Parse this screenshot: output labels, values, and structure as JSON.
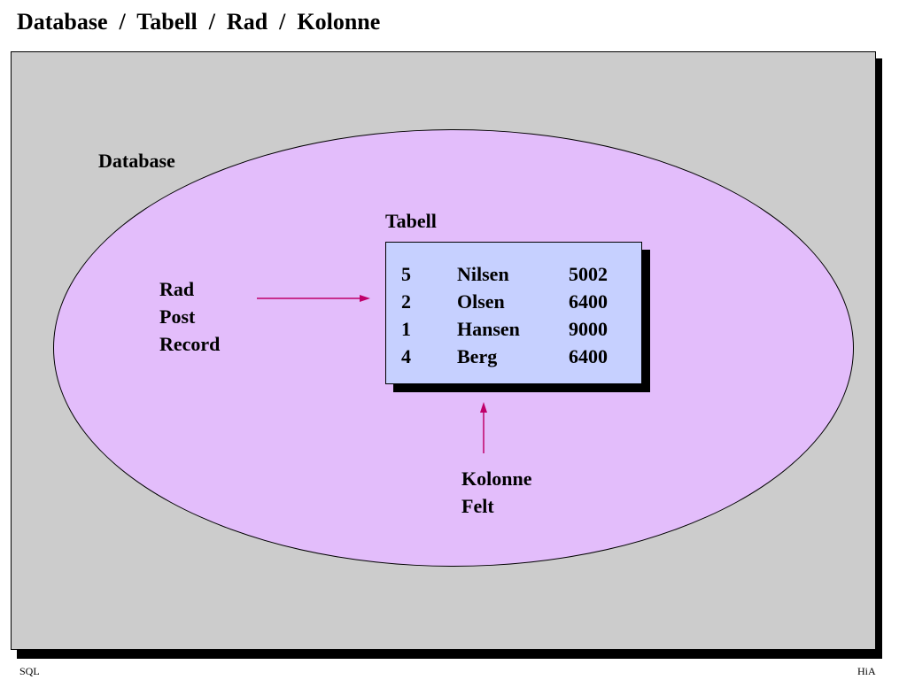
{
  "title": "Database  /  Tabell  /  Rad  /  Kolonne",
  "diagram": {
    "database_label": "Database",
    "table_label": "Tabell",
    "row_labels": [
      "Rad",
      "Post",
      "Record"
    ],
    "column_labels": [
      "Kolonne",
      "Felt"
    ],
    "table_rows": [
      {
        "id": "5",
        "name": "Nilsen",
        "value": "5002"
      },
      {
        "id": "2",
        "name": "Olsen",
        "value": "6400"
      },
      {
        "id": "1",
        "name": "Hansen",
        "value": "9000"
      },
      {
        "id": "4",
        "name": "Berg",
        "value": "6400"
      }
    ]
  },
  "colors": {
    "panel": "#cccccc",
    "ellipse": "#e3bdfb",
    "table": "#c6d0ff",
    "arrow": "#c0006a"
  },
  "footer": {
    "left": "SQL",
    "right": "HiA"
  }
}
